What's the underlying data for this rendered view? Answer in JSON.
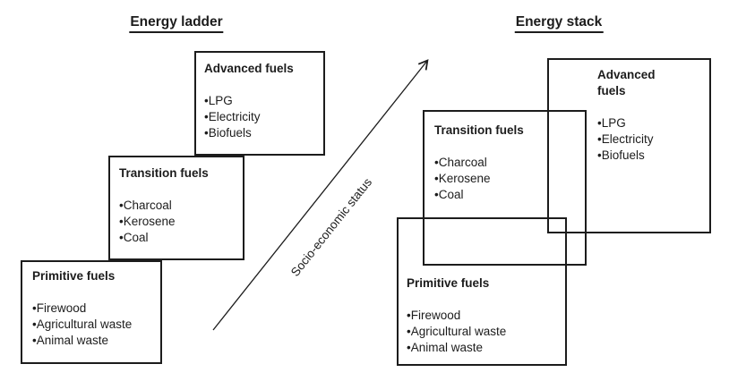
{
  "page": {
    "background": "#ffffff",
    "ink": "#1c1c1c"
  },
  "ladder": {
    "title": "Energy ladder",
    "arrow_label": "Socio-economic status",
    "boxes": {
      "advanced": {
        "title": "Advanced fuels",
        "items": [
          "LPG",
          "Electricity",
          "Biofuels"
        ]
      },
      "transition": {
        "title": "Transition fuels",
        "items": [
          "Charcoal",
          "Kerosene",
          "Coal"
        ]
      },
      "primitive": {
        "title": "Primitive fuels",
        "items": [
          "Firewood",
          "Agricultural waste",
          "Animal waste"
        ]
      }
    }
  },
  "stack": {
    "title": "Energy stack",
    "boxes": {
      "advanced": {
        "title": "Advanced fuels",
        "items": [
          "LPG",
          "Electricity",
          "Biofuels"
        ]
      },
      "transition": {
        "title": "Transition fuels",
        "items": [
          "Charcoal",
          "Kerosene",
          "Coal"
        ]
      },
      "primitive": {
        "title": "Primitive fuels",
        "items": [
          "Firewood",
          "Agricultural waste",
          "Animal waste"
        ]
      }
    }
  }
}
